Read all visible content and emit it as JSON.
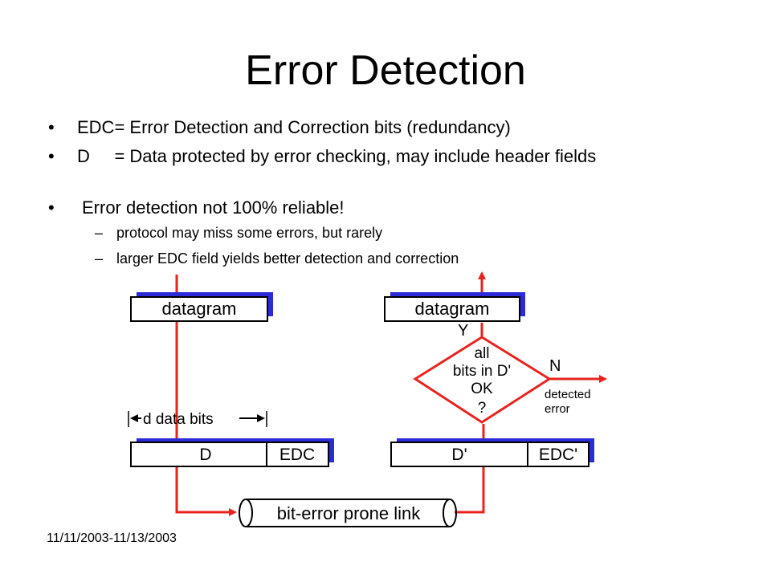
{
  "slide": {
    "title": "Error Detection",
    "bullets": [
      {
        "text": "EDC= Error Detection and Correction bits (redundancy)"
      },
      {
        "text": "D     = Data protected by error checking, may include header fields"
      },
      {
        "text": "Error detection not 100% reliable!"
      }
    ],
    "sub_bullets": [
      {
        "text": "protocol may miss some errors, but rarely"
      },
      {
        "text": "larger EDC field yields better detection and correction"
      }
    ],
    "footer": "11/11/2003-11/13/2003"
  },
  "diagram": {
    "sender_datagram": "datagram",
    "receiver_datagram": "datagram",
    "d_data_bits": "d data bits",
    "sender_d": "D",
    "sender_edc": "EDC",
    "receiver_d": "D'",
    "receiver_edc": "EDC'",
    "link": "bit-error prone link",
    "decision_line1": "all",
    "decision_line2": "bits in D'",
    "decision_line3": "OK",
    "decision_line4": "?",
    "yes_label": "Y",
    "no_label": "N",
    "detected_line1": "detected",
    "detected_line2": "error",
    "colors": {
      "arrow": "#e8231e",
      "shadow": "#2b2bd9",
      "box_border": "#000000"
    }
  }
}
